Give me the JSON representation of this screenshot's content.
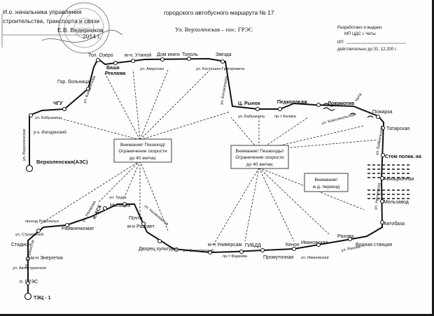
{
  "header": {
    "approval_line1": "И.о. начальника управления",
    "approval_line2": "строительства, транспорта и связи",
    "approval_line3": "Е.В. Ведерников",
    "approval_year": "2014 г.",
    "title_line1": "городского автобусного маршрута № 17",
    "title_line2": "Ул. Верхоленская – пос. ГРЭС",
    "dev_line1": "Разработано и выдано",
    "dev_line2": "МП ЦДС г. Читы",
    "dev_line3": "ИП",
    "dev_line4": "действительно до 31. 12.200  г."
  },
  "stops": {
    "verkholenskaya": "Верхоленская(АЗС)",
    "chgu": "ЧГУ",
    "gor_bolnitsa": "Гор. больница",
    "tsar_ozero": "Тол. Озеро",
    "vasha_reklama_1": "Ваша",
    "vasha_reklama_2": "Реклама",
    "mn_utinovoy": "м-н. Утиной",
    "dom_knigi": "Дом книги",
    "topol": "Тополь",
    "zvezda": "Звезда",
    "ts_rynok": "Ц. Рынок",
    "pedkolledzh": "Педколледж",
    "lokomotiv": "Локомотив",
    "chita": "Чита",
    "pozharka": "Пожарка",
    "tatarskaya": "Татарская",
    "stom_polik": "Стом полик.-ка",
    "aviatsionnaya": "Авиационная",
    "melzavod": "Мельзавод",
    "avtobaza": "Автобаза",
    "vodnaya_stantsiya": "Водная станция",
    "rakhova": "Рахова",
    "ivanovskaya": "Ивановская",
    "kenon": "Кенон",
    "promyshlennaya": "Промуточная",
    "gibdd": "ГИБДД",
    "mn_universam": "м-н Универсам",
    "dvorets_kultury": "Дворец культуры",
    "mn_rassvet": "м-н Рассвет",
    "pochta": "Почта",
    "militsiya": "Милиция",
    "p_ksk": "п. КСК",
    "raivoenkomat": "Райвоенкомат",
    "stadion": "Стадион",
    "mn_energetik": "м-н Энергетик",
    "p_gres": "п. ГРЭС",
    "tets1": "ТЭЦ - 1",
    "r_k_ingodinsky": "р-к. Ингодинский"
  },
  "streets": {
    "verkholenskaya": "ул. Верхоленская",
    "babushkina_left": "ул. Бабушкина",
    "bogomyagkova_left": "ул. Богомягкова",
    "amurskaya": "ул. Амурская",
    "kostyushko": "ул. Костюшко-Григоровича",
    "bogomyagkova_right": "ул. Богомягкова",
    "babushkina_right": "ул. Бабушкина",
    "pr_belika": "пр-т Белика",
    "komsomolskaya": "ул. Комсомольская",
    "baikalskaya": "ул. Байкальская",
    "avtogennaya": "ул. Автогенная",
    "rakhova_street": "ул. Рахова",
    "ivanovskaya_street": "ул. Ивановская",
    "fadeeva": "пр-т Фадеева",
    "blagodatny": "р-к Благодатный",
    "trudovaya": "ул. Труда",
    "nazarova": "ул. Назарова",
    "kosmonavtov": "ул. Космонавтов",
    "proezd_rodnaya": "проезд Родональя",
    "stroiteley": "ул. Строителей",
    "entuziastov": "ул. Энтузиастов",
    "avtostroitelya": "ул. Автостроителя"
  },
  "notes": {
    "warning_left_1": "Внимание! Пешеход!",
    "warning_left_2": "Ограничение скорости",
    "warning_left_3": "до 40 км/час",
    "warning_right_1": "Внимание! Пешеходы!",
    "warning_right_2": "Ограничение скорости",
    "warning_right_3": "до 40 км/час",
    "rail_1": "Внимание!",
    "rail_2": "ж.д. переезд"
  }
}
